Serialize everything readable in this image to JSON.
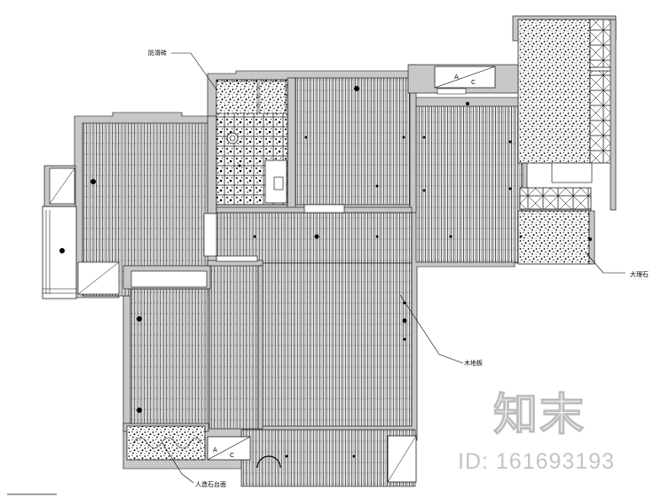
{
  "plan": {
    "labels": {
      "kitchen_tile": "防滑砖",
      "balcony_stone": "大理石",
      "wood_floor": "木地板",
      "window_sill": "人造石台面"
    },
    "marks": {
      "a": "A",
      "c": "C"
    }
  },
  "watermark": {
    "logo": "知末",
    "id": "ID: 161693193"
  },
  "colors": {
    "wall": "#c8c8c8",
    "line": "#000000",
    "watermark": "#c4c4c4"
  }
}
